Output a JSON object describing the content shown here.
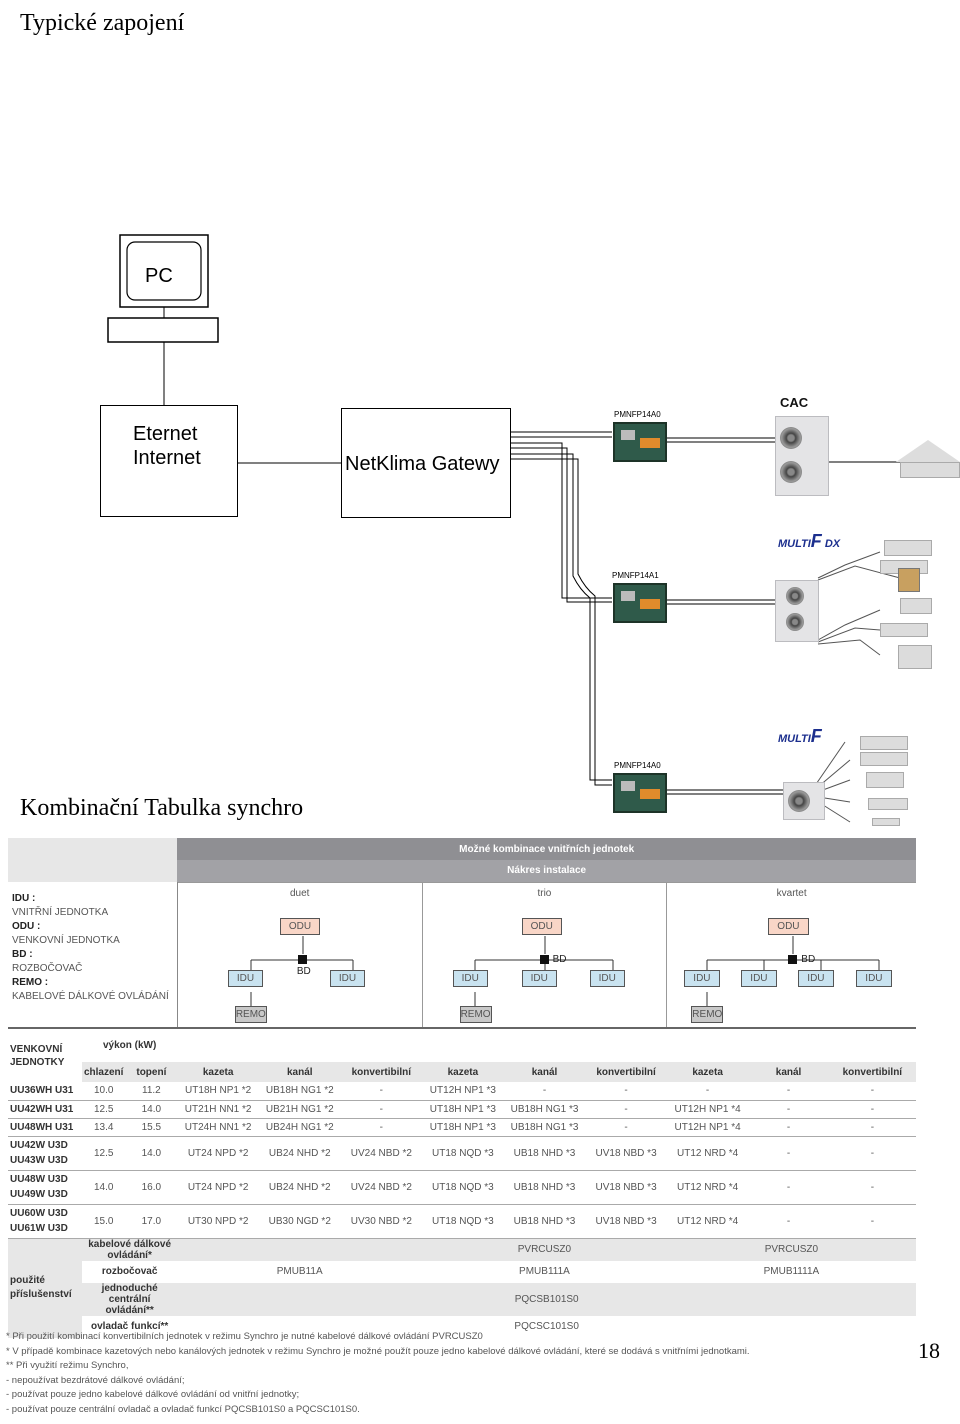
{
  "page": {
    "title": "Typické zapojení",
    "section_title": "Kombinační Tabulka synchro",
    "page_number": "18"
  },
  "diagram": {
    "pc_label": "PC",
    "ethernet_line1": "Eternet",
    "ethernet_line2": "Internet",
    "gateway_label": "NetKlima Gatewy",
    "module_top": "PMNFP14A0",
    "module_mid": "PMNFP14A1",
    "module_bottom": "PMNFP14A0",
    "brand_cac": "CAC",
    "brand_multifdx_a": "MULTI",
    "brand_multifdx_b": "F",
    "brand_multifdx_c": "DX",
    "brand_multif_a": "MULTI",
    "brand_multif_b": "F"
  },
  "table": {
    "header_main": "Možné kombinace vnitřních jednotek",
    "header_sub": "Nákres instalace",
    "legend": {
      "idu_k": "IDU :",
      "idu_v": "VNITŘNÍ JEDNOTKA",
      "odu_k": "ODU :",
      "odu_v": "VENKOVNÍ JEDNOTKA",
      "bd_k": "BD :",
      "bd_v": "ROZBOČOVAČ",
      "remo_k": "REMO :",
      "remo_v": "KABELOVÉ DÁLKOVÉ OVLÁDÁNÍ"
    },
    "groups": [
      "duet",
      "trio",
      "kvartet"
    ],
    "chips": {
      "odu": "ODU",
      "idu": "IDU",
      "bd": "BD",
      "remo": "REMO"
    },
    "col_units": "VENKOVNÍ JEDNOTKY",
    "col_power": "výkon (kW)",
    "col_cool": "chlazení",
    "col_heat": "topení",
    "col_types": [
      "kazeta",
      "kanál",
      "konvertibilní",
      "kazeta",
      "kanál",
      "konvertibilní",
      "kazeta",
      "kanál",
      "konvertibilní"
    ],
    "rows": [
      {
        "unit": "UU36WH U31",
        "cool": "10.0",
        "heat": "11.2",
        "c": [
          "UT18H NP1 *2",
          "UB18H NG1 *2",
          "-",
          "UT12H NP1 *3",
          "-",
          "-",
          "-",
          "-",
          "-"
        ]
      },
      {
        "unit": "UU42WH U31",
        "cool": "12.5",
        "heat": "14.0",
        "c": [
          "UT21H NN1 *2",
          "UB21H NG1 *2",
          "-",
          "UT18H NP1 *3",
          "UB18H NG1 *3",
          "-",
          "UT12H NP1 *4",
          "-",
          "-"
        ]
      },
      {
        "unit": "UU48WH U31",
        "cool": "13.4",
        "heat": "15.5",
        "c": [
          "UT24H NN1 *2",
          "UB24H NG1 *2",
          "-",
          "UT18H NP1 *3",
          "UB18H NG1 *3",
          "-",
          "UT12H NP1 *4",
          "-",
          "-"
        ]
      },
      {
        "unit": "UU42W U3D",
        "unit2": "UU43W U3D",
        "cool": "12.5",
        "heat": "14.0",
        "c": [
          "UT24 NPD *2",
          "UB24 NHD *2",
          "UV24 NBD *2",
          "UT18 NQD *3",
          "UB18 NHD *3",
          "UV18 NBD *3",
          "UT12 NRD *4",
          "-",
          "-"
        ]
      },
      {
        "unit": "UU48W U3D",
        "unit2": "UU49W U3D",
        "cool": "14.0",
        "heat": "16.0",
        "c": [
          "UT24 NPD *2",
          "UB24 NHD *2",
          "UV24 NBD *2",
          "UT18 NQD *3",
          "UB18 NHD *3",
          "UV18 NBD *3",
          "UT12 NRD *4",
          "-",
          "-"
        ]
      },
      {
        "unit": "UU60W U3D",
        "unit2": "UU61W U3D",
        "cool": "15.0",
        "heat": "17.0",
        "c": [
          "UT30 NPD *2",
          "UB30 NGD *2",
          "UV30 NBD *2",
          "UT18 NQD *3",
          "UB18 NHD *3",
          "UV18 NBD *3",
          "UT12 NRD *4",
          "-",
          "-"
        ]
      }
    ],
    "acc_label": "použité příslušenství",
    "acc": [
      {
        "label": "kabelové dálkové ovládání*",
        "values": [
          "PVRCUSZ0",
          "PVRCUSZ0"
        ]
      },
      {
        "label": "rozbočovač",
        "values": [
          "PMUB11A",
          "PMUB111A",
          "PMUB1111A"
        ]
      },
      {
        "label": "jednoduché centrální ovládání**",
        "values": [
          "PQCSB101S0"
        ]
      },
      {
        "label": "ovladač funkcí**",
        "values": [
          "PQCSC101S0"
        ]
      }
    ],
    "notes": [
      "* Při použití kombinací konvertibilních jednotek v režimu Synchro je nutné kabelové dálkové ovládání PVRCUSZ0",
      "* V případě kombinace kazetových nebo kanálových jednotek v režimu Synchro je možné použít pouze jedno kabelové dálkové ovládání, které se dodává s vnitřními jednotkami.",
      "** Při využití režimu Synchro,",
      "- nepoužívat bezdrátové dálkové ovládání;",
      "- používat pouze jedno kabelové dálkové ovládání od vnitřní jednotky;",
      "- používat pouze centrální ovladač a ovladač funkcí PQCSB101S0 a PQCSC101S0."
    ]
  }
}
